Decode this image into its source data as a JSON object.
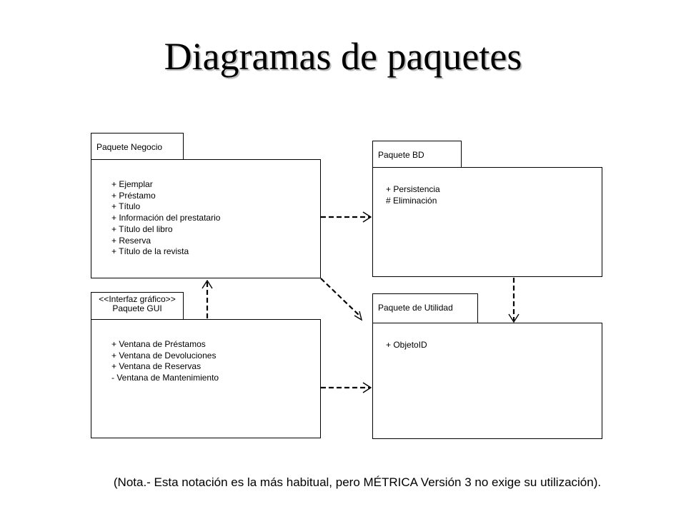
{
  "title": "Diagramas de paquetes",
  "packages": {
    "negocio": {
      "name": "Paquete Negocio",
      "members": [
        "+ Ejemplar",
        "+ Préstamo",
        "+ Título",
        "+ Información del prestatario",
        "+ Título del libro",
        "+ Reserva",
        "+ Título de la revista"
      ]
    },
    "bd": {
      "name": "Paquete BD",
      "members": [
        "+ Persistencia",
        "# Eliminación"
      ]
    },
    "gui": {
      "stereotype": "<<Interfaz gráfico>>",
      "name": "Paquete GUI",
      "members": [
        "+ Ventana de Préstamos",
        "+ Ventana de Devoluciones",
        "+ Ventana de Reservas",
        "- Ventana de Mantenimiento"
      ]
    },
    "utilidad": {
      "name": "Paquete de Utilidad",
      "members": [
        "+ ObjetoID"
      ]
    }
  },
  "dependencies": [
    {
      "from": "Paquete Negocio",
      "to": "Paquete BD"
    },
    {
      "from": "Paquete Negocio",
      "to": "Paquete de Utilidad"
    },
    {
      "from": "Paquete GUI",
      "to": "Paquete Negocio"
    },
    {
      "from": "Paquete GUI",
      "to": "Paquete de Utilidad"
    },
    {
      "from": "Paquete BD",
      "to": "Paquete de Utilidad"
    }
  ],
  "note": "(Nota.- Esta notación es la más habitual, pero MÉTRICA Versión 3 no exige su utilización)."
}
